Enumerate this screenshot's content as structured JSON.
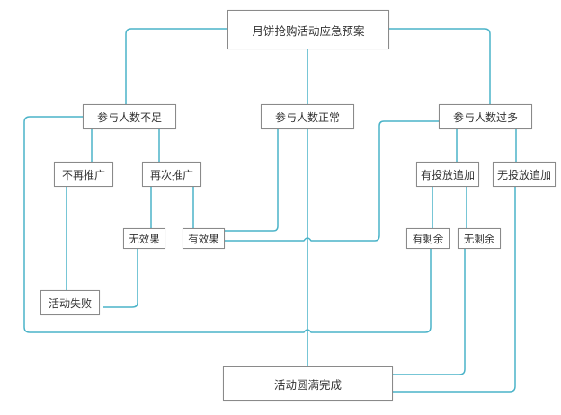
{
  "diagram": {
    "type": "flowchart",
    "link_color": "#4ab3c8",
    "nodes": {
      "root": "月饼抢购活动应急预案",
      "insufficient": "参与人数不足",
      "normal": "参与人数正常",
      "excessive": "参与人数过多",
      "no_more_promo": "不再推广",
      "promo_again": "再次推广",
      "with_extra_supply": "有投放追加",
      "no_extra_supply": "无投放追加",
      "no_effect": "无效果",
      "effective": "有效果",
      "has_surplus": "有剩余",
      "no_surplus": "无剩余",
      "failed": "活动失败",
      "success": "活动圆满完成"
    },
    "edges": [
      [
        "root",
        "insufficient"
      ],
      [
        "root",
        "normal"
      ],
      [
        "root",
        "excessive"
      ],
      [
        "insufficient",
        "no_more_promo"
      ],
      [
        "insufficient",
        "promo_again"
      ],
      [
        "excessive",
        "with_extra_supply"
      ],
      [
        "excessive",
        "no_extra_supply"
      ],
      [
        "promo_again",
        "no_effect"
      ],
      [
        "promo_again",
        "effective"
      ],
      [
        "no_more_promo",
        "failed"
      ],
      [
        "no_effect",
        "failed"
      ],
      [
        "effective",
        "normal"
      ],
      [
        "effective",
        "excessive"
      ],
      [
        "with_extra_supply",
        "has_surplus"
      ],
      [
        "with_extra_supply",
        "no_surplus"
      ],
      [
        "has_surplus",
        "insufficient"
      ],
      [
        "normal",
        "success"
      ],
      [
        "no_surplus",
        "success"
      ],
      [
        "no_extra_supply",
        "success"
      ]
    ]
  }
}
